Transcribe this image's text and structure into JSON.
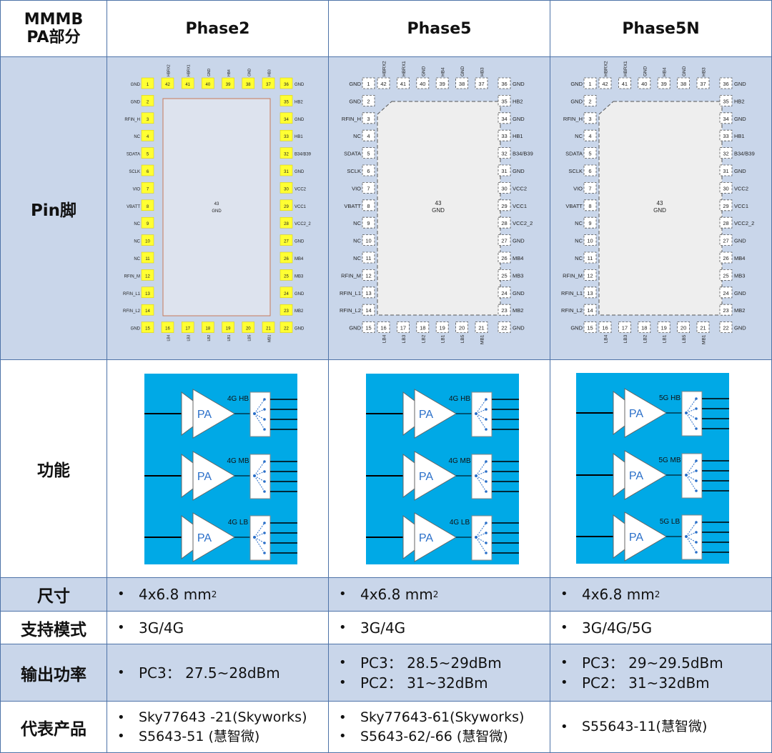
{
  "header": {
    "corner_line1": "MMMB",
    "corner_line2": "PA部分",
    "columns": [
      "Phase2",
      "Phase5",
      "Phase5N"
    ]
  },
  "rows": {
    "pin_label": "Pin脚",
    "function_label": "功能",
    "size_label": "尺寸",
    "mode_label": "支持模式",
    "power_label": "输出功率",
    "product_label": "代表产品"
  },
  "pinout": {
    "center_number": "43",
    "center_name": "GND",
    "left_numbers": [
      "1",
      "2",
      "3",
      "4",
      "5",
      "6",
      "7",
      "8",
      "9",
      "10",
      "11",
      "12",
      "13",
      "14",
      "15"
    ],
    "left_names": [
      "GND",
      "GND",
      "RFIN_H",
      "NC",
      "SDATA",
      "SCLK",
      "VIO",
      "VBATT",
      "NC",
      "NC",
      "NC",
      "RFIN_M",
      "RFIN_L1",
      "RFIN_L2",
      "GND"
    ],
    "right_numbers": [
      "36",
      "35",
      "34",
      "33",
      "32",
      "31",
      "30",
      "29",
      "28",
      "27",
      "26",
      "25",
      "24",
      "23",
      "22"
    ],
    "right_names": [
      "GND",
      "HB2",
      "GND",
      "HB1",
      "B34/B39",
      "GND",
      "VCC2",
      "VCC1",
      "VCC2_2",
      "GND",
      "MB4",
      "MB3",
      "GND",
      "MB2",
      "GND"
    ],
    "top_numbers": [
      "42",
      "41",
      "40",
      "39",
      "38",
      "37"
    ],
    "top_names": [
      "HBRX2",
      "HBRX1",
      "GND",
      "HB4",
      "GND",
      "HB3"
    ],
    "bottom_numbers": [
      "16",
      "17",
      "18",
      "19",
      "20",
      "21"
    ],
    "bottom_names": [
      "LB4",
      "LB3",
      "LB2",
      "LB1",
      "LB5",
      "MB1"
    ]
  },
  "function_diagrams": [
    {
      "pa_label": "PA",
      "bands": [
        "4G HB",
        "4G MB",
        "4G LB"
      ]
    },
    {
      "pa_label": "PA",
      "bands": [
        "4G HB",
        "4G MB",
        "4G LB"
      ]
    },
    {
      "pa_label": "PA",
      "bands": [
        "5G HB",
        "5G MB",
        "5G LB"
      ]
    }
  ],
  "size": {
    "phase2": {
      "value": "4x6.8 mm",
      "sup": "2"
    },
    "phase5": {
      "value": "4x6.8 mm",
      "sup": "2"
    },
    "phase5n": {
      "value": "4x6.8 mm",
      "sup": "2"
    }
  },
  "modes": {
    "phase2": "3G/4G",
    "phase5": "3G/4G",
    "phase5n": "3G/4G/5G"
  },
  "power": {
    "phase2": [
      "PC3：  27.5~28dBm"
    ],
    "phase5": [
      "PC3：  28.5~29dBm",
      "PC2：  31~32dBm"
    ],
    "phase5n": [
      "PC3：  29~29.5dBm",
      "PC2：  31~32dBm"
    ]
  },
  "products": {
    "phase2": [
      "Sky77643 -21(Skyworks)",
      "S5643-51 (慧智微)"
    ],
    "phase5": [
      "Sky77643-61(Skyworks)",
      "S5643-62/-66 (慧智微)"
    ],
    "phase5n": [
      "S55643-11(慧智微)"
    ]
  },
  "bullet": "•",
  "colors": {
    "border": "#4e73a8",
    "label_bg": "#c9d6ea",
    "diagram_bg": "#00a9e6",
    "pin_pad_yellow": "#ffff33",
    "pa_text": "#2a6fc9"
  }
}
